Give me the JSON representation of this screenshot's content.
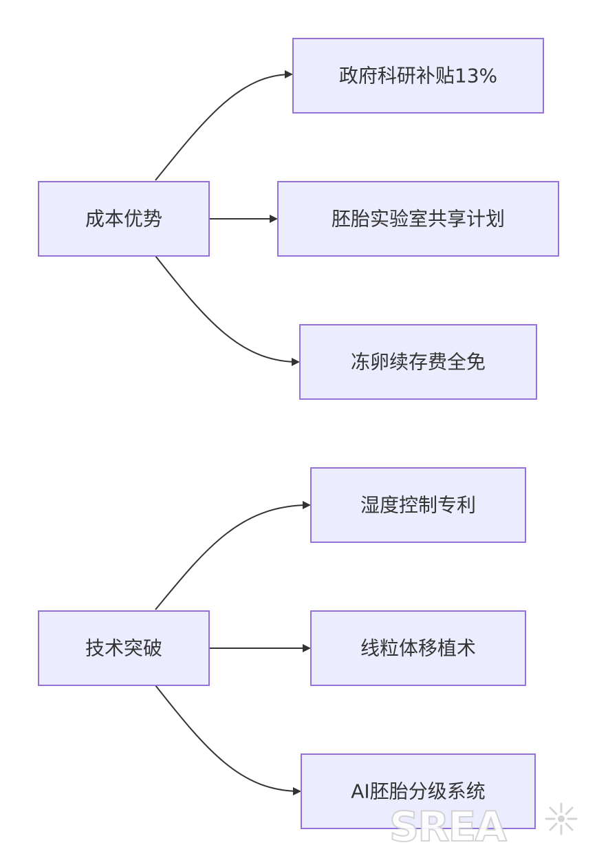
{
  "diagram": {
    "groups": [
      {
        "root": {
          "id": "cost",
          "label": "成本优势"
        },
        "children": [
          {
            "id": "subsidy",
            "label": "政府科研补贴13%"
          },
          {
            "id": "lab_share",
            "label": "胚胎实验室共享计划"
          },
          {
            "id": "freeze_free",
            "label": "冻卵续存费全免"
          }
        ]
      },
      {
        "root": {
          "id": "tech",
          "label": "技术突破"
        },
        "children": [
          {
            "id": "humidity",
            "label": "湿度控制专利"
          },
          {
            "id": "mito",
            "label": "线粒体移植术"
          },
          {
            "id": "ai_grading",
            "label": "AI胚胎分级系统"
          }
        ]
      }
    ],
    "watermark": "SREA"
  }
}
